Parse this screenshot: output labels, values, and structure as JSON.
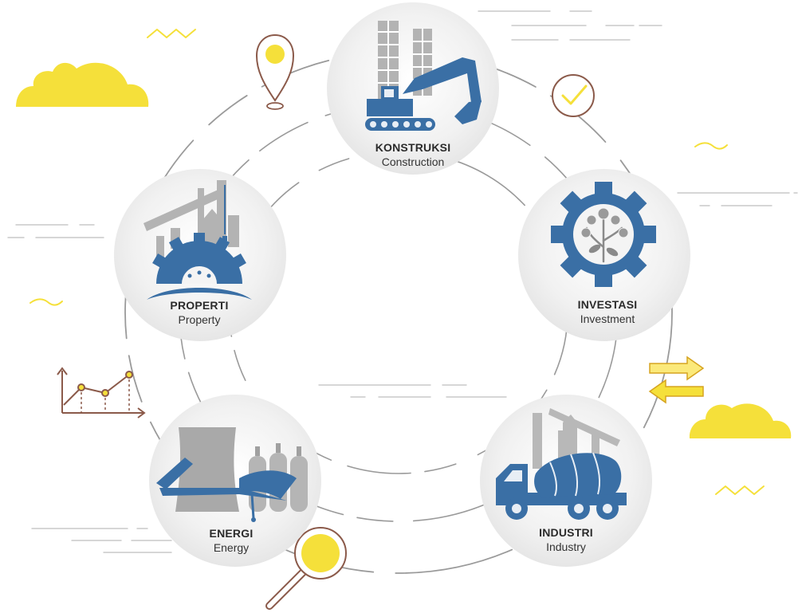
{
  "diagram": {
    "nodes": [
      {
        "id": "konstruksi",
        "code": "KONSTRUKSI",
        "english": "Construction",
        "icon": "excavator-icon"
      },
      {
        "id": "investasi",
        "code": "INVESTASI",
        "english": "Investment",
        "icon": "gear-money-tree-icon"
      },
      {
        "id": "industri",
        "code": "INDUSTRI",
        "english": "Industry",
        "icon": "cement-mixer-truck-icon"
      },
      {
        "id": "energi",
        "code": "ENERGI",
        "english": "Energy",
        "icon": "power-plant-icon"
      },
      {
        "id": "properti",
        "code": "PROPERTI",
        "english": "Property",
        "icon": "gear-city-icon"
      }
    ]
  },
  "colors": {
    "accent_blue": "#3a6fa5",
    "gray": "#a9a9a9",
    "yellow": "#f5e03a",
    "brown": "#8b5a4a",
    "ring": "#9a9a9a",
    "circle_bg": "#f2f2f2"
  }
}
